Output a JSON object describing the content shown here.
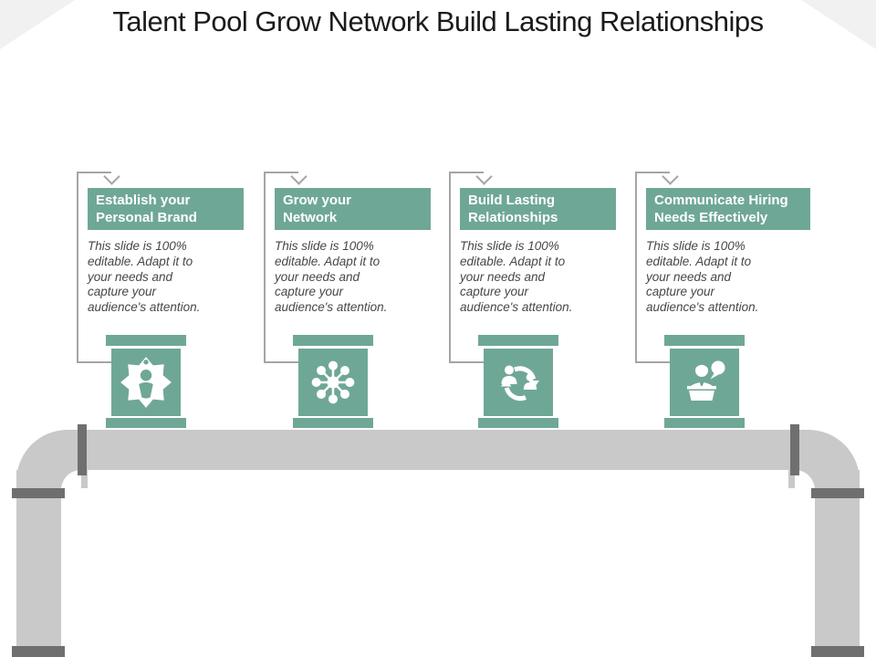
{
  "title": "Talent Pool Grow Network Build Lasting Relationships",
  "columns": [
    {
      "title": "Establish your\nPersonal Brand",
      "body": "This slide is 100%\neditable. Adapt it to\nyour needs and\ncapture your\naudience's attention.",
      "icon": "person-badge-icon"
    },
    {
      "title": "Grow your\nNetwork",
      "body": "This slide is 100%\neditable. Adapt it to\nyour needs and\ncapture your\naudience's attention.",
      "icon": "network-hub-icon"
    },
    {
      "title": "Build Lasting\nRelationships",
      "body": "This slide is 100%\neditable. Adapt it to\nyour needs and\ncapture your\naudience's attention.",
      "icon": "people-cycle-icon"
    },
    {
      "title": "Communicate Hiring\nNeeds Effectively",
      "body": "This slide is 100%\neditable. Adapt it to\nyour needs and\ncapture your\naudience's attention.",
      "icon": "speaker-podium-icon"
    }
  ],
  "colors": {
    "teal": "#6FA796",
    "pipe_gray": "#C9C9C9",
    "pipe_joint_dark": "#6F6F6F",
    "bracket_gray": "#A5A5A5",
    "body_text_gray": "#474747",
    "title_black": "#1B1B1B",
    "corner_shade": "#F1F1F1"
  }
}
